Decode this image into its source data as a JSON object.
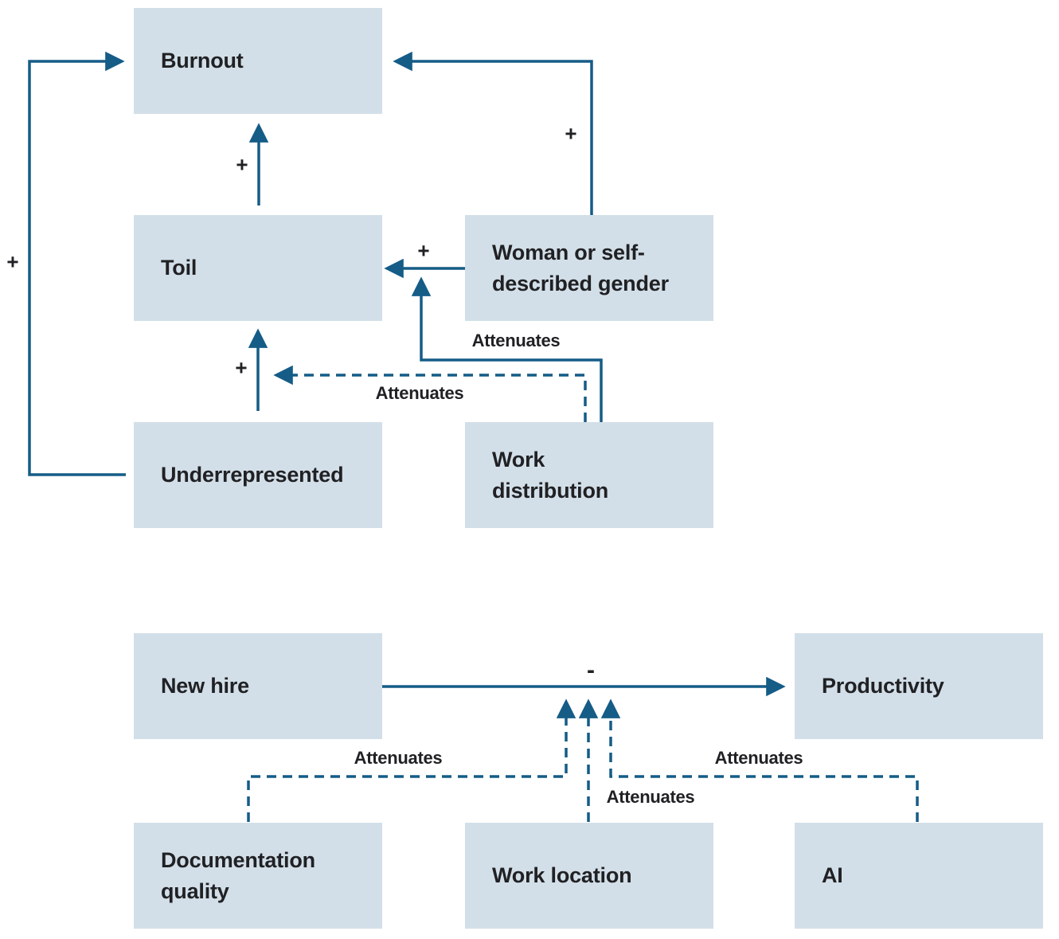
{
  "colors": {
    "bg": "#ffffff",
    "box": "#d3dfe8",
    "arrow": "#155c87",
    "text": "#202124"
  },
  "nodes": {
    "burnout": {
      "label": "Burnout",
      "lines": [
        "Burnout"
      ]
    },
    "toil": {
      "label": "Toil",
      "lines": [
        "Toil"
      ]
    },
    "woman": {
      "label": "Woman or self-described gender",
      "lines": [
        "Woman or self-",
        "described gender"
      ]
    },
    "underrepresented": {
      "label": "Underrepresented",
      "lines": [
        "Underrepresented"
      ]
    },
    "work_distribution": {
      "label": "Work distribution",
      "lines": [
        "Work",
        "distribution"
      ]
    },
    "new_hire": {
      "label": "New hire",
      "lines": [
        "New hire"
      ]
    },
    "productivity": {
      "label": "Productivity",
      "lines": [
        "Productivity"
      ]
    },
    "documentation_quality": {
      "label": "Documentation quality",
      "lines": [
        "Documentation",
        "quality"
      ]
    },
    "work_location": {
      "label": "Work location",
      "lines": [
        "Work location"
      ]
    },
    "ai": {
      "label": "AI",
      "lines": [
        "AI"
      ]
    }
  },
  "edges": {
    "underrepresented_to_burnout": {
      "from": "underrepresented",
      "to": "burnout",
      "label": "+",
      "style": "solid"
    },
    "toil_to_burnout": {
      "from": "toil",
      "to": "burnout",
      "label": "+",
      "style": "solid"
    },
    "woman_to_burnout": {
      "from": "woman",
      "to": "burnout",
      "label": "+",
      "style": "solid"
    },
    "woman_to_toil": {
      "from": "woman",
      "to": "toil",
      "label": "+",
      "style": "solid"
    },
    "underrepresented_to_toil": {
      "from": "underrepresented",
      "to": "toil",
      "label": "+",
      "style": "solid"
    },
    "work_distribution_to_woman_toil": {
      "from": "work_distribution",
      "to": "woman_to_toil arrow",
      "label": "Attenuates",
      "style": "solid"
    },
    "work_distribution_to_underrepresented_toil": {
      "from": "work_distribution",
      "to": "underrepresented_to_toil arrow",
      "label": "Attenuates",
      "style": "dashed"
    },
    "new_hire_to_productivity": {
      "from": "new_hire",
      "to": "productivity",
      "label": "-",
      "style": "solid"
    },
    "documentation_quality_to_new_hire_productivity": {
      "from": "documentation_quality",
      "to": "new_hire_to_productivity arrow",
      "label": "Attenuates",
      "style": "dashed"
    },
    "work_location_to_new_hire_productivity": {
      "from": "work_location",
      "to": "new_hire_to_productivity arrow",
      "label": "Attenuates",
      "style": "dashed"
    },
    "ai_to_new_hire_productivity": {
      "from": "ai",
      "to": "new_hire_to_productivity arrow",
      "label": "Attenuates",
      "style": "dashed"
    }
  }
}
